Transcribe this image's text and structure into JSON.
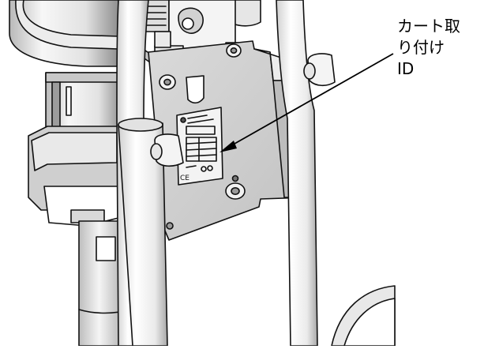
{
  "callout": {
    "lines": [
      "カート取",
      "り付け",
      "ID"
    ]
  },
  "label_plate": {
    "ce_mark": "CE"
  },
  "colors": {
    "background": "#ffffff",
    "ink": "#111111",
    "plate_fill": "#cfcfcf",
    "metal_light": "#f2f2f2",
    "metal_mid": "#d6d6d6",
    "metal_dark": "#9a9a9a"
  }
}
